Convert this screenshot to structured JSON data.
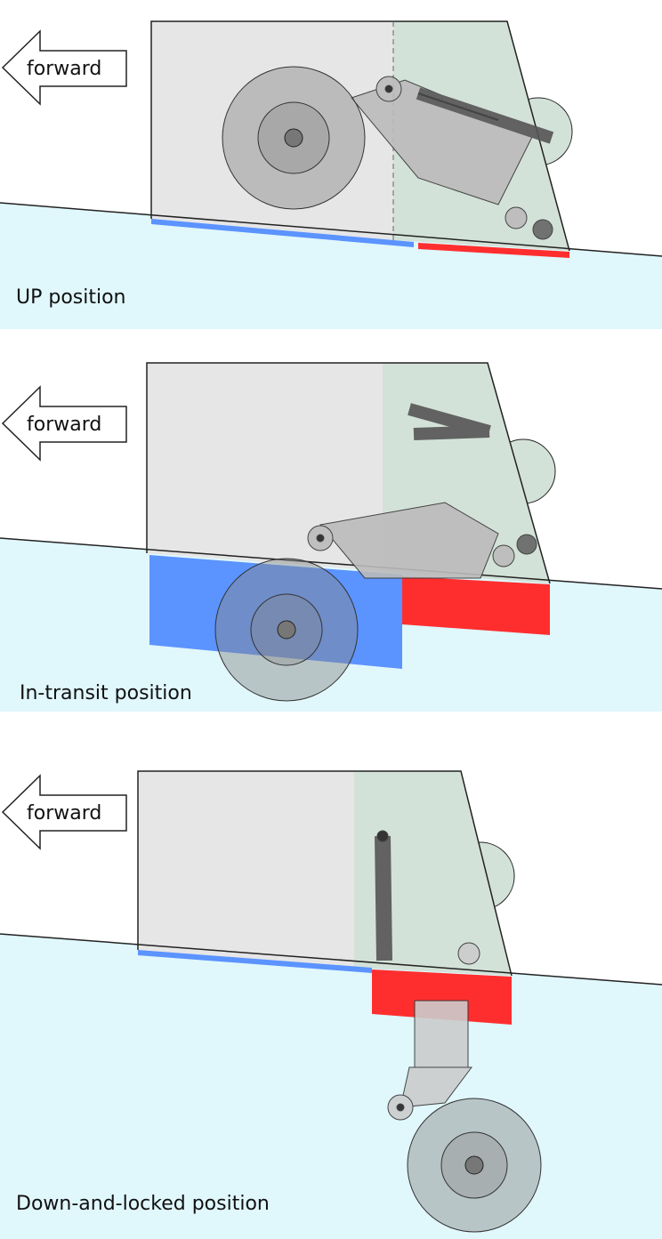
{
  "panels": [
    {
      "label": "UP position",
      "arrow_label": "forward"
    },
    {
      "label": "In-transit position",
      "arrow_label": "forward"
    },
    {
      "label": "Down-and-locked position",
      "arrow_label": "forward"
    }
  ],
  "colors": {
    "ground": "#e0f7fc",
    "fwd_bay": "#e6e6e6",
    "aft_bay": "#d3e2d8",
    "fwd_door": "#5b93ff",
    "aft_door": "#ff2e2e",
    "wheel": "#888888"
  }
}
